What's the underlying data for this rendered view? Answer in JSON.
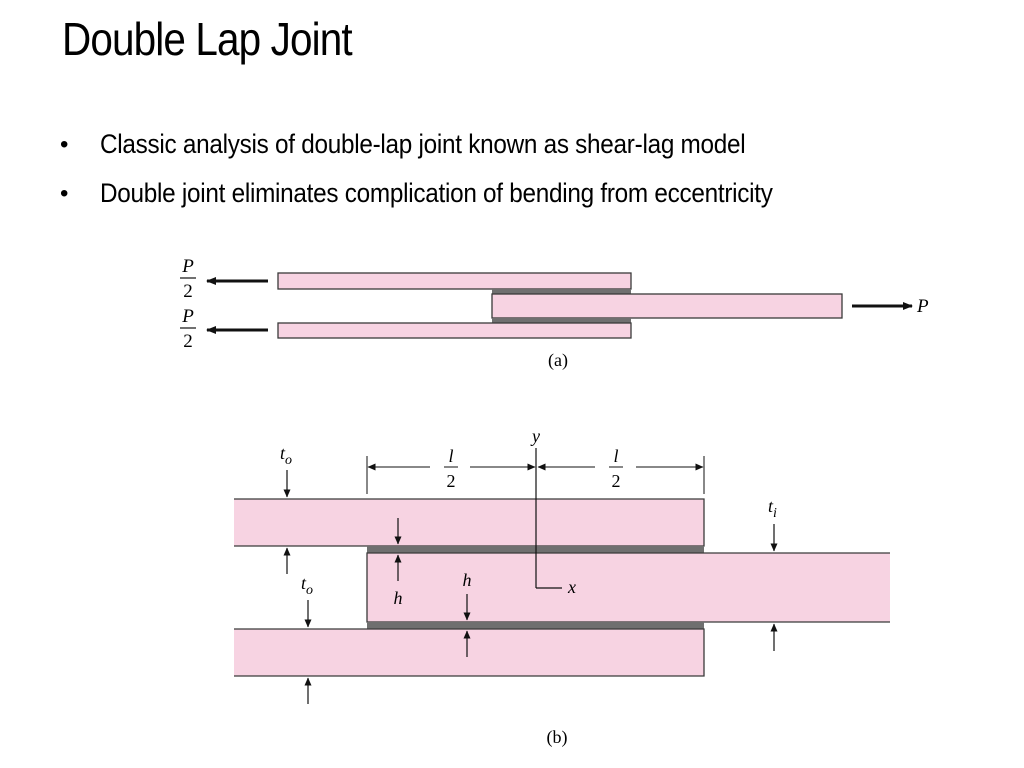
{
  "slide": {
    "title": "Double Lap Joint",
    "bullets": [
      "Classic analysis of double-lap joint known as shear-lag model",
      "Double joint eliminates complication of bending from eccentricity"
    ]
  },
  "diagram_a": {
    "caption": "(a)",
    "load_top": {
      "num": "P",
      "den": "2"
    },
    "load_bottom": {
      "num": "P",
      "den": "2"
    },
    "load_right": "P"
  },
  "diagram_b": {
    "caption": "(b)",
    "dim_left": {
      "num": "l",
      "den": "2"
    },
    "dim_right": {
      "num": "l",
      "den": "2"
    },
    "y_axis": "y",
    "x_axis": "x",
    "t_outer_top": "t",
    "t_outer_top_sub": "o",
    "t_outer_bottom": "t",
    "t_outer_bottom_sub": "o",
    "t_inner": "t",
    "t_inner_sub": "i",
    "h_top": "h",
    "h_bottom": "h"
  },
  "colors": {
    "adherend": "#f7d3e2",
    "adhesive": "#6f6f6f",
    "outline": "#3a3a3a"
  }
}
